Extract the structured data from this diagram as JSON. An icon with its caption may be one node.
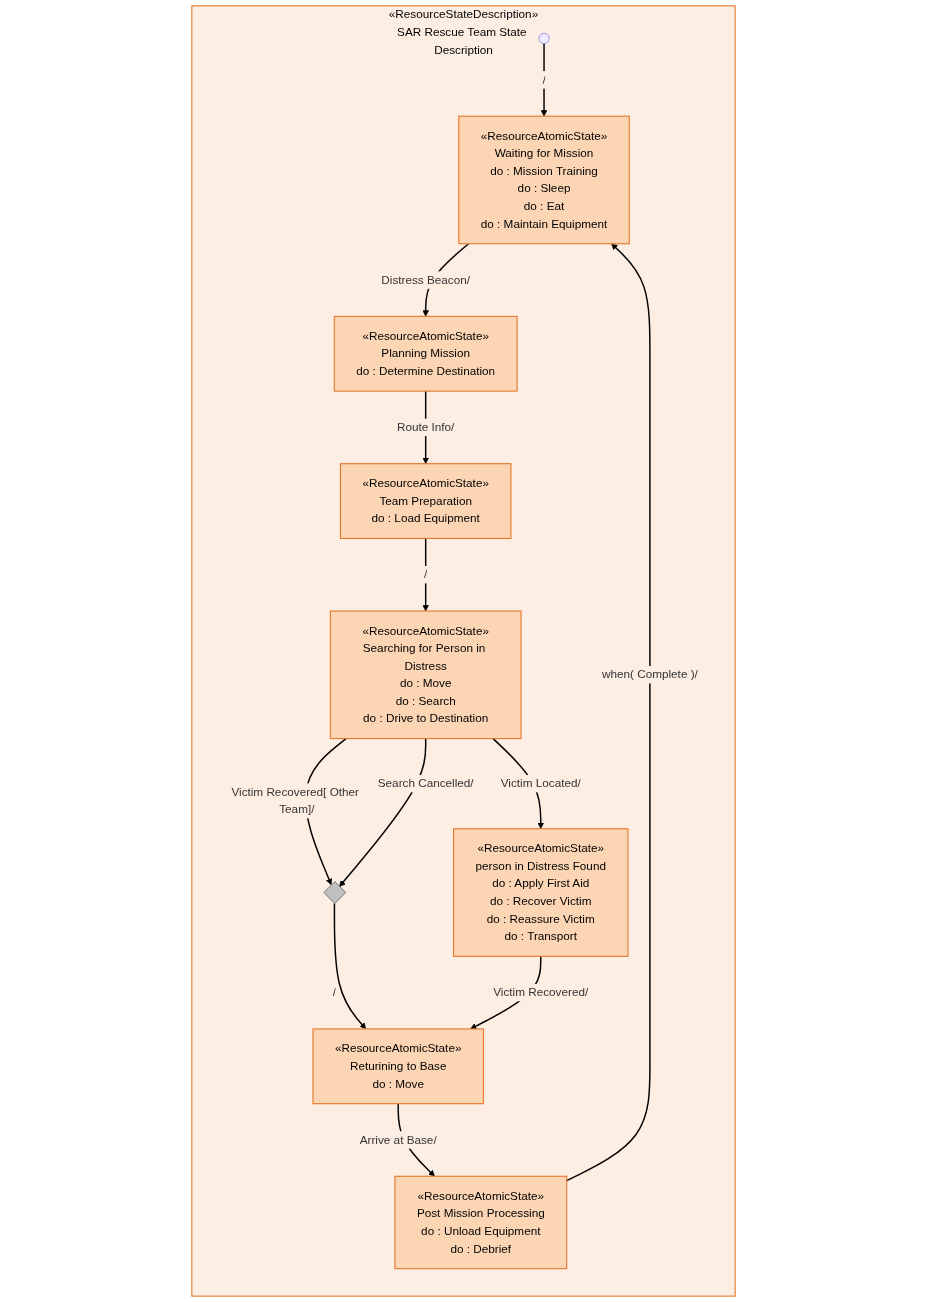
{
  "diagram": {
    "nodes": [
      {
        "text": [
          "«ResourceStateDescription»",
          "SAR Rescue Team State Description"
        ]
      },
      {
        "text": [],
        "shape": "circle",
        "in": 0
      },
      {
        "text": [
          "«ResourceAtomicState»",
          "Waiting for Mission",
          "do : Mission Training",
          "do : Sleep",
          "do : Eat",
          "do : Maintain Equipment"
        ],
        "in": 0
      },
      {
        "text": [
          "«ResourceAtomicState»",
          "Post Mission Processing",
          "do : Unload Equipment",
          "do : Debrief"
        ],
        "in": 0
      },
      {
        "text": [
          "«ResourceAtomicState»",
          "Planning Mission",
          "do : Determine Destination"
        ],
        "in": 0
      },
      {
        "text": [
          "«ResourceAtomicState»",
          "Returining to Base",
          "do : Move"
        ],
        "in": 0
      },
      {
        "text": [
          "«ResourceAtomicState»",
          "Team Preparation",
          "do : Load Equipment"
        ],
        "in": 0
      },
      {
        "text": [
          "«ResourceAtomicState»",
          "Searching for Person in Distress",
          "do : Move",
          "do : Search",
          "do : Drive to Destination"
        ],
        "in": 0
      },
      {
        "text": [],
        "shape": "diamond",
        "in": 0
      },
      {
        "text": [
          "«ResourceAtomicState»",
          "person in Distress Found",
          "do : Apply First Aid",
          "do : Recover Victim",
          "do : Reassure Victim",
          "do : Transport"
        ],
        "in": 0
      }
    ],
    "edges": [
      {
        "from": 1,
        "to": 2,
        "arrow": "to",
        "label": "/"
      },
      {
        "from": 3,
        "to": 2,
        "arrow": "to",
        "label": "when( Complete )/"
      },
      {
        "from": 2,
        "to": 4,
        "arrow": "to",
        "label": "Distress Beacon/"
      },
      {
        "from": 4,
        "to": 6,
        "arrow": "to",
        "label": "Route Info/"
      },
      {
        "from": 6,
        "to": 7,
        "arrow": "to",
        "label": "/"
      },
      {
        "from": 7,
        "to": 8,
        "arrow": "to",
        "label": "Victim Recovered[ Other Team]/"
      },
      {
        "from": 7,
        "to": 8,
        "arrow": "to",
        "label": "Search Cancelled/"
      },
      {
        "from": 8,
        "to": 5,
        "arrow": "to",
        "label": "/"
      },
      {
        "from": 5,
        "to": 3,
        "arrow": "to",
        "label": "Arrive at Base/"
      },
      {
        "from": 7,
        "to": 9,
        "arrow": "to",
        "label": "Victim Located/"
      },
      {
        "from": 9,
        "to": 5,
        "arrow": "to",
        "label": "Victim Recovered/"
      }
    ]
  }
}
